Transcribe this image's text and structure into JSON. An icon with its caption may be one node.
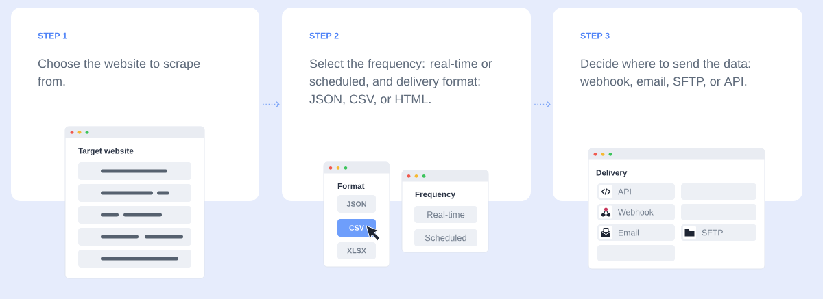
{
  "diagram": {
    "nodes": [
      {
        "text": [
          "STEP 1",
          "Choose the website to scrape from."
        ]
      },
      {
        "text": [
          "Target website"
        ]
      },
      {
        "text": [],
        "shape": "box"
      },
      {
        "text": [],
        "shape": "box"
      },
      {
        "text": [],
        "shape": "box",
        "in": 1
      },
      {
        "text": [],
        "shape": "box",
        "in": 1
      },
      {
        "text": [],
        "shape": "box",
        "in": 1
      },
      {
        "text": [
          "STEP 2",
          "Select the frequency: real-time or scheduled, and delivery format: JSON, CSV, or HTML."
        ]
      },
      {
        "text": [
          "Format"
        ]
      },
      {
        "text": [
          "JSON"
        ],
        "in": 8
      },
      {
        "text": [
          "CSV"
        ],
        "in": 8
      },
      {
        "text": [
          "XLSX"
        ],
        "in": 8
      },
      {
        "text": [
          "Frequency"
        ]
      },
      {
        "text": [
          "Real-time"
        ],
        "in": 12
      },
      {
        "text": [
          "Scheduled"
        ],
        "in": 12
      },
      {
        "text": [
          "STEP 3",
          "Decide where to send the data: webhook, email, SFTP, or API."
        ]
      },
      {
        "text": [
          "Delivery"
        ]
      },
      {
        "text": [
          "API"
        ]
      },
      {
        "text": [],
        "shape": "box"
      },
      {
        "text": [
          "Webhook"
        ],
        "in": 16
      },
      {
        "text": [],
        "shape": "box",
        "in": 16
      },
      {
        "text": [
          "Email"
        ],
        "in": 16
      },
      {
        "text": [
          "SFTP"
        ],
        "in": 16
      },
      {
        "text": [],
        "shape": "box",
        "in": 16
      }
    ],
    "edges": [
      {
        "from": 0,
        "to": 7,
        "arrow": "to",
        "style": "dashed"
      },
      {
        "from": 7,
        "to": 15,
        "arrow": "to",
        "style": "dashed"
      }
    ]
  }
}
